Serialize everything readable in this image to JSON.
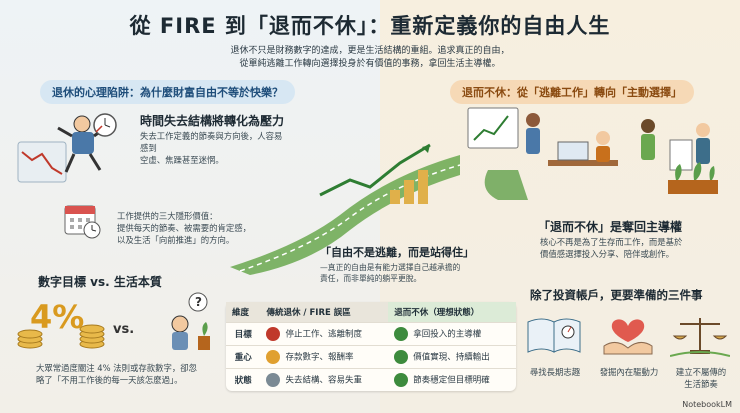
{
  "header": {
    "title": "從 FIRE 到「退而不休」：重新定義你的自由人生",
    "subtitle_line1": "退休不只是財務數字的達成，更是生活結構的重組。追求真正的自由，",
    "subtitle_line2": "從單純逃離工作轉向選擇投身於有價值的事務，拿回生活主導權。"
  },
  "left": {
    "section_title": "退休的心理陷阱：為什麼財富自由不等於快樂？",
    "item1": {
      "heading": "時間失去結構將轉化為壓力",
      "desc1": "失去工作定義的節奏與方向後，人容易感到",
      "desc2": "空虛、焦躁甚至迷惘。"
    },
    "item2": {
      "line1": "工作提供的三大隱形價值：",
      "line2": "提供每天的節奏、被需要的肯定感，",
      "line3": "以及生活「向前推進」的方向。"
    },
    "numbers": {
      "heading": "數字目標 vs. 生活本質",
      "percent": "4%",
      "vs": "vs.",
      "question": "?",
      "desc1": "大眾常過度關注 4% 法則或存款數字，卻忽",
      "desc2": "略了「不用工作後的每一天該怎麼過」。"
    }
  },
  "center": {
    "quote_title": "「自由不是逃離，而是站得住」",
    "quote_line1": "—真正的自由是有能力選擇自己越承擔的",
    "quote_line2": "責任，而非單純的躺平更脫。"
  },
  "table": {
    "headers": [
      "維度",
      "傳統退休 / FIRE 誤區",
      "退而不休（理想狀態）"
    ],
    "rows": [
      {
        "label": "目標",
        "trad": "停止工作、逃離制度",
        "ideal": "拿回投入的主導權"
      },
      {
        "label": "重心",
        "trad": "存款數字、報酬率",
        "ideal": "價值實現、持續輸出"
      },
      {
        "label": "狀態",
        "trad": "失去結構、容易失重",
        "ideal": "節奏穩定但目標明確"
      }
    ]
  },
  "right": {
    "section_title": "退而不休：從「逃離工作」轉向「主動選擇」",
    "key_heading": "「退而不休」是奪回主導權",
    "key_desc1": "核心不再是為了生存而工作，而是基於",
    "key_desc2": "價值感選擇投入分享、陪伴或創作。",
    "three_heading": "除了投資帳戶，更要準備的三件事",
    "things": [
      {
        "label1": "尋找長期志趣",
        "label2": ""
      },
      {
        "label1": "發掘內在驅動力",
        "label2": ""
      },
      {
        "label1": "建立不屬傳的",
        "label2": "生活節奏"
      }
    ]
  },
  "footer": {
    "logo": "NotebookLM"
  },
  "colors": {
    "accent_blue": "#1e4d7a",
    "accent_orange": "#c8701c",
    "accent_green": "#3d8b3d"
  },
  "icons": [
    "falling-person-icon",
    "broken-clock-icon",
    "calendar-icon",
    "coins-icon",
    "plant-icon",
    "stairs-road-icon",
    "people-working-icon",
    "book-icon",
    "heart-hands-icon",
    "balance-scale-icon"
  ]
}
